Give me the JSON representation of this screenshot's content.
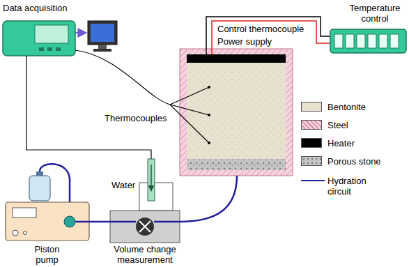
{
  "diagram": {
    "nodes": [
      {
        "text": [
          "Data acquisition"
        ]
      },
      {
        "text": [
          "Temperature control"
        ]
      },
      {
        "text": [
          "Piston pump"
        ]
      },
      {
        "text": [
          "Volume change measurement"
        ]
      }
    ],
    "edges": [
      {
        "from": 0,
        "to": 3,
        "arrow": "none"
      },
      {
        "from": 2,
        "to": 3,
        "arrow": "none"
      }
    ],
    "labels": [
      "Thermocouples",
      "Control thermocouple",
      "Power supply",
      "Water"
    ],
    "legend": [
      {
        "text": "Bentonite",
        "color": "#e9e1cf"
      },
      {
        "text": "Steel",
        "color": "#f6d3df"
      },
      {
        "text": "Heater",
        "color": "#000000"
      },
      {
        "text": "Porous stone",
        "color": "#c4c4c4"
      },
      {
        "text": "Hydration circuit"
      }
    ]
  }
}
